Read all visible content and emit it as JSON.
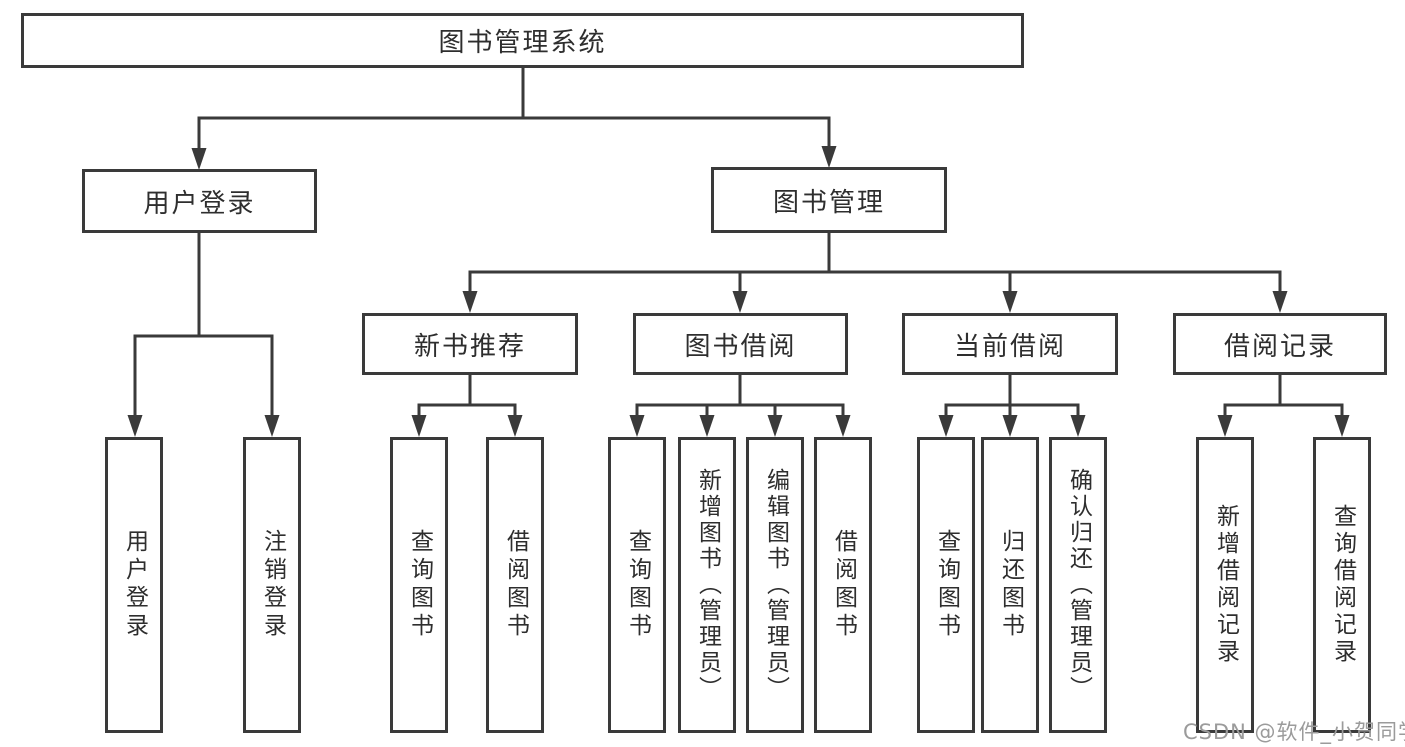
{
  "diagram": {
    "root": {
      "label": "图书管理系统"
    },
    "branches": [
      {
        "label": "用户登录",
        "children": [
          {
            "label": "用户登录"
          },
          {
            "label": "注销登录"
          }
        ]
      },
      {
        "label": "图书管理",
        "children": [
          {
            "label": "新书推荐",
            "children": [
              {
                "label": "查询图书"
              },
              {
                "label": "借阅图书"
              }
            ]
          },
          {
            "label": "图书借阅",
            "children": [
              {
                "label": "查询图书"
              },
              {
                "label": "新增图书（管理员）"
              },
              {
                "label": "编辑图书（管理员）"
              },
              {
                "label": "借阅图书"
              }
            ]
          },
          {
            "label": "当前借阅",
            "children": [
              {
                "label": "查询图书"
              },
              {
                "label": "归还图书"
              },
              {
                "label": "确认归还（管理员）"
              }
            ]
          },
          {
            "label": "借阅记录",
            "children": [
              {
                "label": "新增借阅记录"
              },
              {
                "label": "查询借阅记录"
              }
            ]
          }
        ]
      }
    ],
    "watermark": "CSDN @软件_小贺同学"
  },
  "colors": {
    "line": "#3a3a3a",
    "text": "#2e2e2e",
    "watermark": "#9b9b9b",
    "background": "#ffffff"
  }
}
